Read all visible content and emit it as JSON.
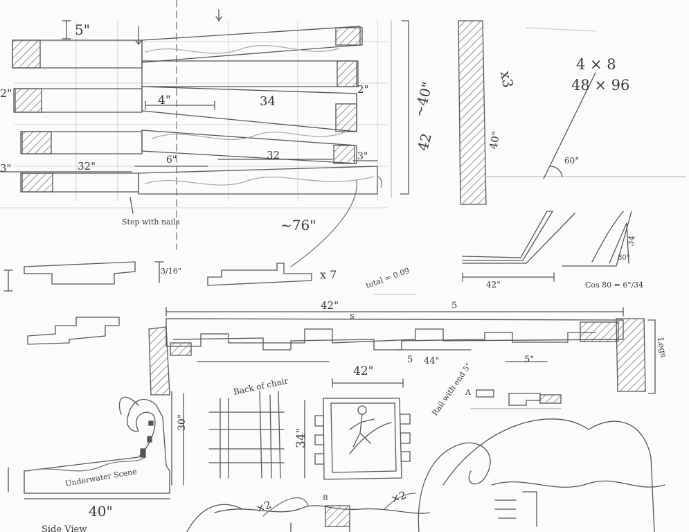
{
  "sketch": {
    "board_height": "5\"",
    "top_overhang": "2\"",
    "step_width": "4\"",
    "board_length": "34",
    "mid_overhang": "2\"",
    "end_piece": "3\"",
    "bottom_length_crossed": "32\"",
    "bottom_step": "6\"",
    "bottom_length_right": "32",
    "right_end": "3\"",
    "step_note": "Step with nails",
    "height_total": "~40\"",
    "height_alt": "42",
    "post_count": "x3",
    "post_height": "40\"",
    "sheet_size_a": "4 × 8",
    "sheet_size_b": "48 × 96",
    "angle": "60°",
    "overall_length": "~76\"",
    "step_profile_dim": "3/16\"",
    "step_count": "x 7",
    "scribble_note": "total = 0.09",
    "angle_base": "42\"",
    "angle_height": "34",
    "angle_degree": "80°",
    "cos_note": "Cos 80 = 6\"/34",
    "back_width": "42\"",
    "back_mark_a": "s",
    "back_mark_b": "5",
    "back_label": "Back of chair",
    "slat_dim_a": "5",
    "slat_dim_b": "44\"",
    "slat_dim_c": "5\"",
    "side_label": "Legs",
    "insert_width": "42\"",
    "insert_height": "34\"",
    "rail_note": "Rail with end 5\"",
    "joint_label": "A",
    "side_height": "30\"",
    "scene_label": "Underwater Scene",
    "side_width": "40\"",
    "side_view": "Side View",
    "multiplier_a": "×2",
    "multiplier_b": "×2",
    "joint_label_b": "B"
  }
}
